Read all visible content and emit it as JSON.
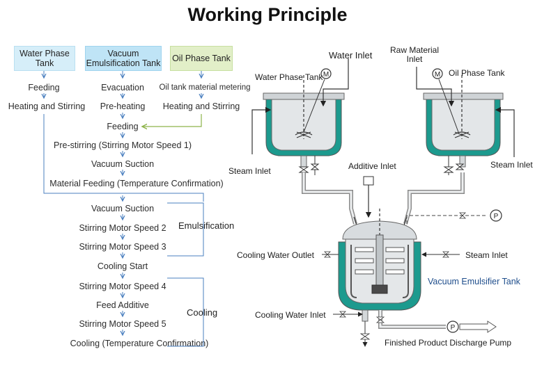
{
  "title": "Working Principle",
  "flow": {
    "boxes": {
      "water_phase_tank": "Water Phase Tank",
      "vacuum_emulsification_tank": "Vacuum Emulsification Tank",
      "oil_phase_tank": "Oil Phase Tank"
    },
    "water_steps": [
      "Feeding",
      "Heating and Stirring"
    ],
    "vacuum_steps": [
      "Evacuation",
      "Pre-heating"
    ],
    "oil_steps": [
      "Oil tank material metering",
      "Heating and Stirring"
    ],
    "main_steps": [
      "Feeding",
      "Pre-stirring (Stirring Motor Speed 1)",
      "Vacuum Suction",
      "Material Feeding (Temperature Confirmation)",
      "Vacuum Suction",
      "Stirring Motor Speed 2",
      "Stirring Motor Speed 3",
      "Cooling Start",
      "Stirring Motor Speed 4",
      "Feed Additive",
      "Stirring Motor Speed 5",
      "Cooling (Temperature Confirmation)"
    ],
    "phases": {
      "emulsification": "Emulsification",
      "cooling": "Cooling"
    }
  },
  "diagram": {
    "labels": {
      "water_inlet": "Water Inlet",
      "raw_material_inlet": "Raw Material\nInlet",
      "water_phase_tank": "Water Phase Tank",
      "oil_phase_tank": "Oil Phase Tank",
      "steam_inlet_left": "Steam Inlet",
      "steam_inlet_right": "Steam Inlet",
      "additive_inlet": "Additive Inlet",
      "cooling_water_outlet": "Cooling Water Outlet",
      "steam_inlet_main": "Steam Inlet",
      "vacuum_emulsifier_tank": "Vacuum Emulsifier Tank",
      "cooling_water_inlet": "Cooling Water Inlet",
      "discharge_pump": "Finished Product Discharge Pump"
    },
    "motor_symbol": "M",
    "pump_symbol": "P",
    "colors": {
      "jacket": "#1c9a8e",
      "pipe": "#8a8a8a",
      "accent_green": "#8db34a",
      "flow_blue": "#4a7fbf"
    }
  }
}
